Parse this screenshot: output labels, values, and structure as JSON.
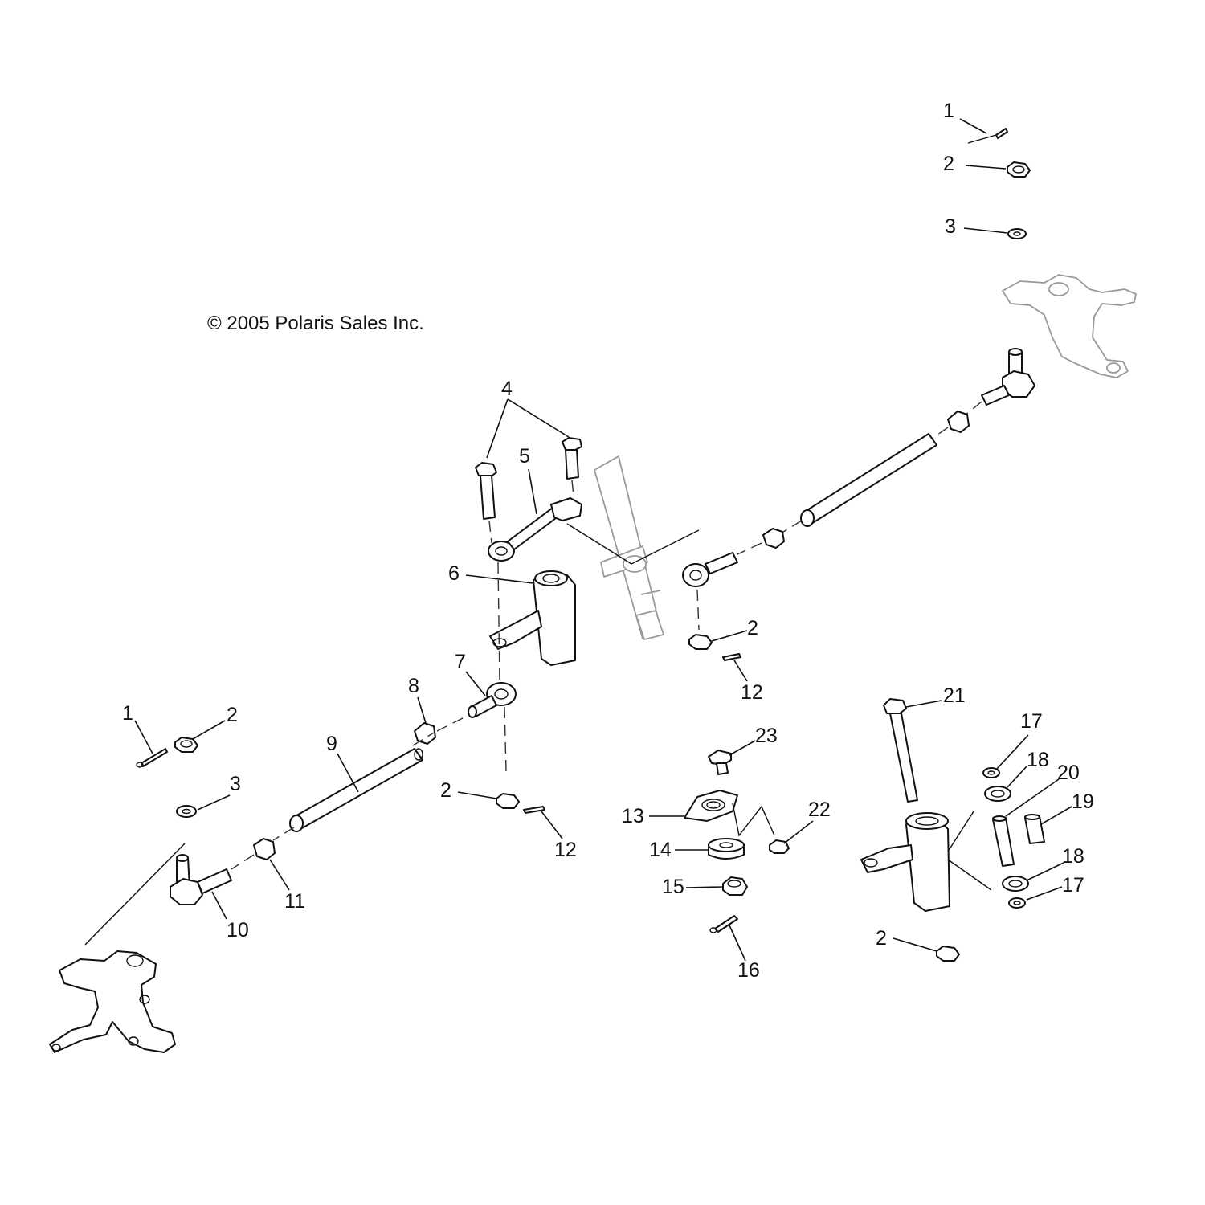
{
  "copyright": "© 2005 Polaris Sales Inc.",
  "callouts": [
    {
      "id": "c1a",
      "num": "1"
    },
    {
      "id": "c2a",
      "num": "2"
    },
    {
      "id": "c3a",
      "num": "3"
    },
    {
      "id": "c4",
      "num": "4"
    },
    {
      "id": "c5",
      "num": "5"
    },
    {
      "id": "c6",
      "num": "6"
    },
    {
      "id": "c7",
      "num": "7"
    },
    {
      "id": "c8",
      "num": "8"
    },
    {
      "id": "c9",
      "num": "9"
    },
    {
      "id": "c10",
      "num": "10"
    },
    {
      "id": "c11",
      "num": "11"
    },
    {
      "id": "c12a",
      "num": "12"
    },
    {
      "id": "c12b",
      "num": "12"
    },
    {
      "id": "c13",
      "num": "13"
    },
    {
      "id": "c14",
      "num": "14"
    },
    {
      "id": "c15",
      "num": "15"
    },
    {
      "id": "c16",
      "num": "16"
    },
    {
      "id": "c17a",
      "num": "17"
    },
    {
      "id": "c17b",
      "num": "17"
    },
    {
      "id": "c18a",
      "num": "18"
    },
    {
      "id": "c18b",
      "num": "18"
    },
    {
      "id": "c19",
      "num": "19"
    },
    {
      "id": "c20",
      "num": "20"
    },
    {
      "id": "c21",
      "num": "21"
    },
    {
      "id": "c22",
      "num": "22"
    },
    {
      "id": "c23",
      "num": "23"
    },
    {
      "id": "c1b",
      "num": "1"
    },
    {
      "id": "c2b",
      "num": "2"
    },
    {
      "id": "c3b",
      "num": "3"
    },
    {
      "id": "c2c",
      "num": "2"
    },
    {
      "id": "c2d",
      "num": "2"
    },
    {
      "id": "c2e",
      "num": "2"
    }
  ]
}
